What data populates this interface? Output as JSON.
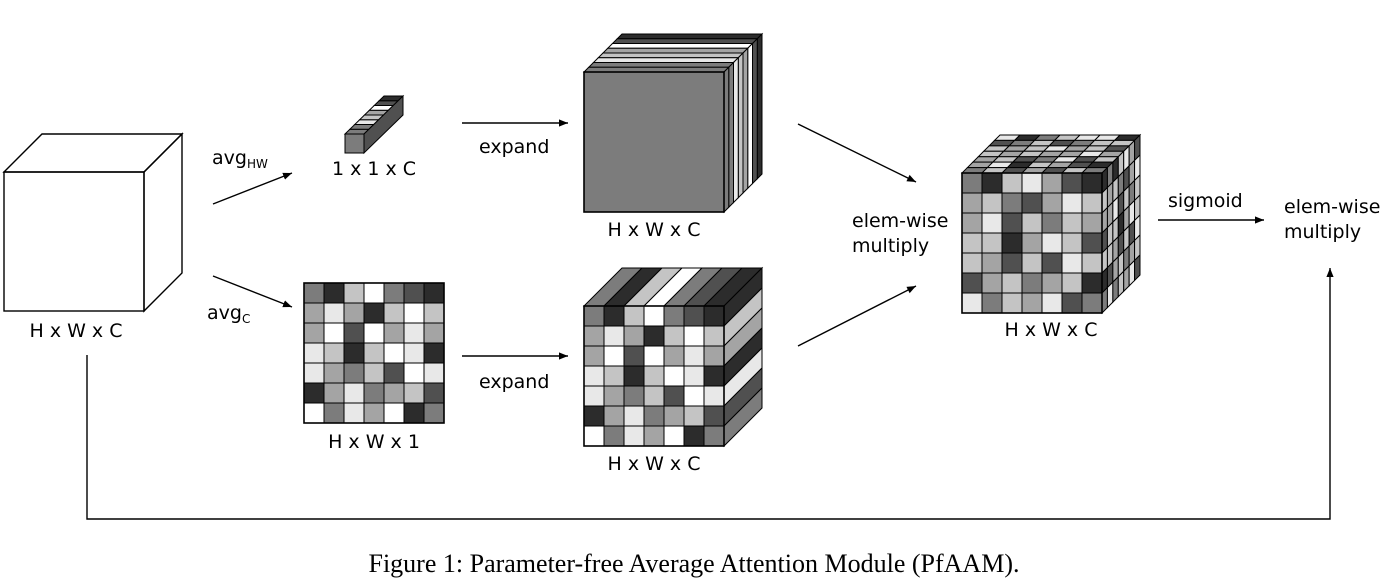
{
  "labels": {
    "input_dims": "H x W x C",
    "avg_hw": {
      "base": "avg",
      "sub": "HW"
    },
    "avg_c": {
      "base": "avg",
      "sub": "C"
    },
    "pooled_hw_dims": "1 x 1 x C",
    "pooled_c_dims": "H x W x 1",
    "expand_top": "expand",
    "expand_bottom": "expand",
    "expanded_top_dims": "H x W x C",
    "expanded_bottom_dims": "H x W x C",
    "elem_wise_1": [
      "elem-wise",
      "multiply"
    ],
    "combined_dims": "H x W x C",
    "sigmoid": "sigmoid",
    "elem_wise_2": [
      "elem-wise",
      "multiply"
    ]
  },
  "caption": "Figure 1: Parameter-free Average Attention Module (PfAAM).",
  "palette": [
    "#ffffff",
    "#e8e8e8",
    "#c4c4c4",
    "#a4a4a4",
    "#7c7c7c",
    "#505050",
    "#2c2c2c"
  ],
  "channel_pattern": [
    4,
    4,
    1,
    2,
    3,
    0,
    5,
    6
  ],
  "spatial_map": [
    [
      4,
      6,
      2,
      0,
      4,
      5,
      6
    ],
    [
      3,
      1,
      3,
      6,
      2,
      0,
      2
    ],
    [
      3,
      0,
      5,
      0,
      3,
      1,
      3
    ],
    [
      1,
      2,
      6,
      2,
      0,
      1,
      6
    ],
    [
      1,
      3,
      4,
      2,
      5,
      0,
      1
    ],
    [
      6,
      3,
      1,
      4,
      3,
      2,
      5
    ],
    [
      0,
      4,
      1,
      3,
      0,
      6,
      4
    ]
  ],
  "combined_map": [
    [
      4,
      6,
      2,
      1,
      3,
      5,
      6
    ],
    [
      3,
      2,
      4,
      5,
      3,
      1,
      2
    ],
    [
      3,
      1,
      5,
      2,
      4,
      2,
      3
    ],
    [
      2,
      2,
      6,
      3,
      1,
      2,
      5
    ],
    [
      2,
      3,
      5,
      2,
      5,
      1,
      2
    ],
    [
      5,
      3,
      2,
      4,
      3,
      2,
      6
    ],
    [
      1,
      4,
      2,
      3,
      1,
      5,
      4
    ]
  ]
}
